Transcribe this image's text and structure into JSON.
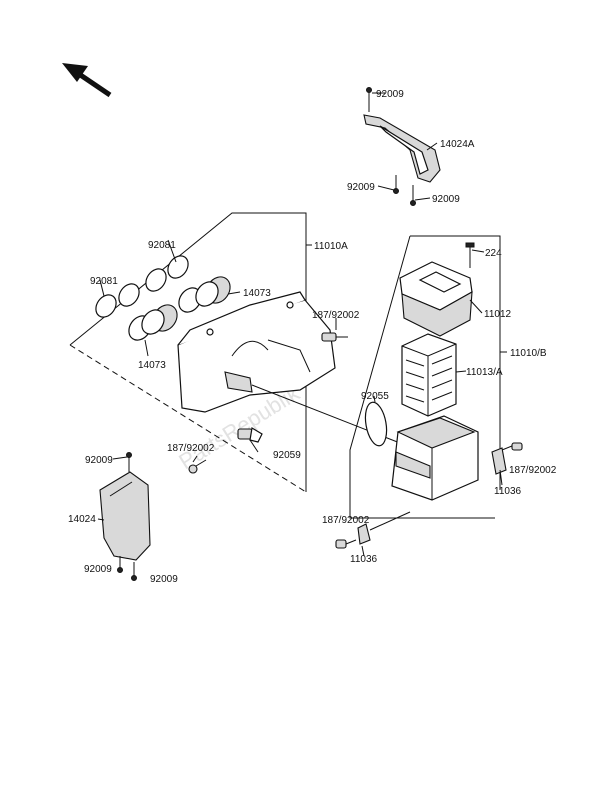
{
  "watermark": "PartsRepublik",
  "labels": {
    "l_92009_top": "92009",
    "l_14024a": "14024A",
    "l_92009_ml": "92009",
    "l_92009_mr": "92009",
    "l_92081_a": "92081",
    "l_92081_b": "92081",
    "l_11010a": "11010A",
    "l_14073_a": "14073",
    "l_14073_b": "14073",
    "l_224": "224",
    "l_11012": "11012",
    "l_187_a": "187/92002",
    "l_11010b": "11010/B",
    "l_11013a": "11013/A",
    "l_92055": "92055",
    "l_187_b": "187/92002",
    "l_92059": "92059",
    "l_92009_lt": "92009",
    "l_187_c": "187/92002",
    "l_11036_a": "11036",
    "l_14024": "14024",
    "l_187_d": "187/92002",
    "l_11036_b": "11036",
    "l_92009_lb1": "92009",
    "l_92009_lb2": "92009"
  }
}
